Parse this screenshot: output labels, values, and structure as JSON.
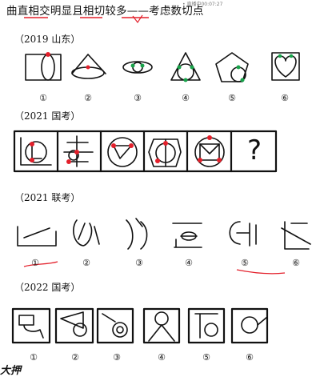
{
  "title": {
    "p1": "曲直",
    "p2": "相交",
    "p3": "明显且",
    "p4": "相切",
    "p5": "较多",
    "p6": "——考虑数切点"
  },
  "top_bar_text": "• 直播中00:07:27",
  "watermark": "大押",
  "sections": [
    {
      "label": "（2019 山东）",
      "nums": [
        "①",
        "②",
        "③",
        "④",
        "⑤",
        "⑥"
      ]
    },
    {
      "label": "（2021 国考）",
      "question_mark": "?"
    },
    {
      "label": "（2021 联考）",
      "nums": [
        "①",
        "②",
        "③",
        "④",
        "⑤",
        "⑥"
      ]
    },
    {
      "label": "（2022 国考）",
      "nums": [
        "①",
        "②",
        "③",
        "④",
        "⑤",
        "⑥"
      ]
    }
  ],
  "colors": {
    "ink": "#111111",
    "red": "#e3202b",
    "green": "#18a34a"
  }
}
